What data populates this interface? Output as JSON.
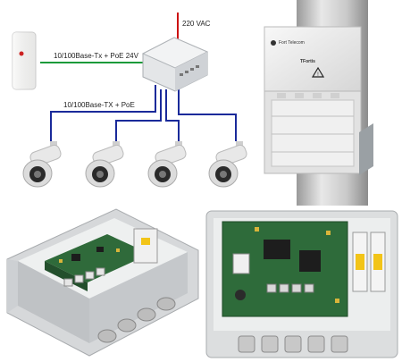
{
  "diagram": {
    "power_label": "220 VAC",
    "link_poe_24v": "10/100Base-Tx + PoE 24V",
    "link_poe": "10/100Base-TX + PoE",
    "enclosure_brand": "TFortis",
    "enclosure_logo": "Fort Telecom",
    "cameras": [
      "camera-1",
      "camera-2",
      "camera-3",
      "camera-4"
    ]
  },
  "colors": {
    "poe24_line": "#1a9a3a",
    "poe_line": "#1a2a9a",
    "power_line": "#cc1111"
  }
}
